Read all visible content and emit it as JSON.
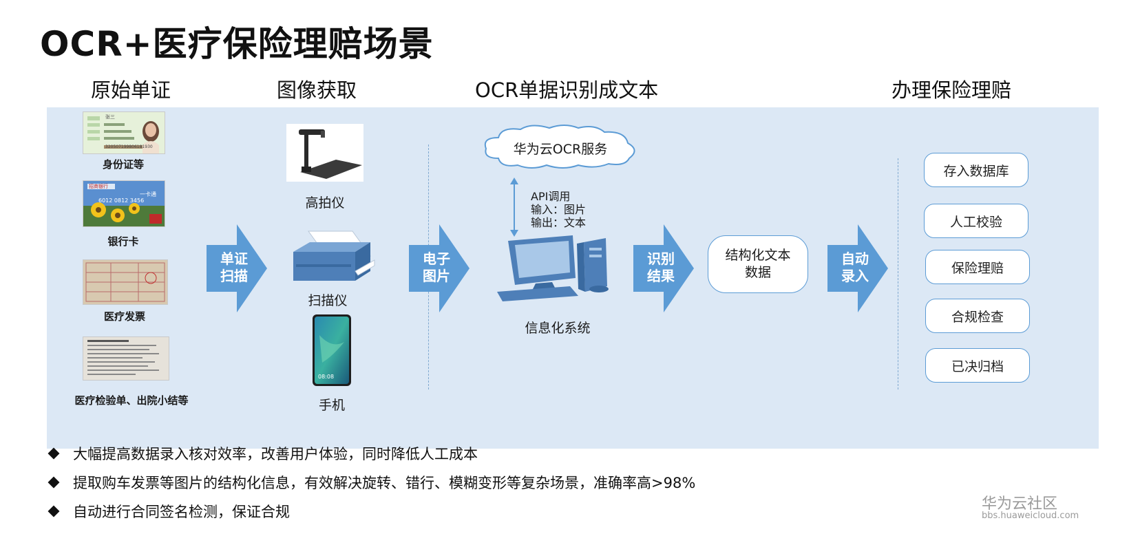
{
  "title": "OCR+医疗保险理赔场景",
  "columns": [
    "原始单证",
    "图像获取",
    "OCR单据识别成文本",
    "办理保险理赔"
  ],
  "documents": [
    {
      "label": "身份证等",
      "icon": "id-card-image",
      "card_name": "张三",
      "card_number": "320507199806181930"
    },
    {
      "label": "银行卡",
      "icon": "bank-card-image",
      "bank_name": "招商银行",
      "card_brand": "一卡通",
      "card_number": "6012 0812 3456"
    },
    {
      "label": "医疗发票",
      "icon": "medical-invoice-image"
    },
    {
      "label": "医疗检验单、出院小结等",
      "icon": "medical-report-image"
    }
  ],
  "arrows": [
    "单证\n扫描",
    "电子\n图片",
    "识别\n结果",
    "自动\n录入"
  ],
  "devices": [
    {
      "label": "高拍仪",
      "icon": "document-camera-icon"
    },
    {
      "label": "扫描仪",
      "icon": "scanner-icon"
    },
    {
      "label": "手机",
      "icon": "phone-icon",
      "screen_time": "08:08"
    }
  ],
  "ocr": {
    "cloud_label": "华为云OCR服务",
    "api_lines": [
      "API调用",
      "输入：图片",
      "输出：文本"
    ],
    "system_label": "信息化系统",
    "result_box": "结构化文本\n数据"
  },
  "actions": [
    "存入数据库",
    "人工校验",
    "保险理赔",
    "合规检查",
    "已决归档"
  ],
  "bullets": [
    "大幅提高数据录入核对效率，改善用户体验，同时降低人工成本",
    "提取购车发票等图片的结构化信息，有效解决旋转、错行、模糊变形等复杂场景，准确率高>98%",
    "自动进行合同签名检测，保证合规"
  ],
  "watermark": {
    "brand": "华为云社区",
    "url": "bbs.huaweicloud.com"
  },
  "colors": {
    "panel": "#dce8f5",
    "arrow": "#5b9bd5",
    "accent": "#5b9bd5"
  }
}
